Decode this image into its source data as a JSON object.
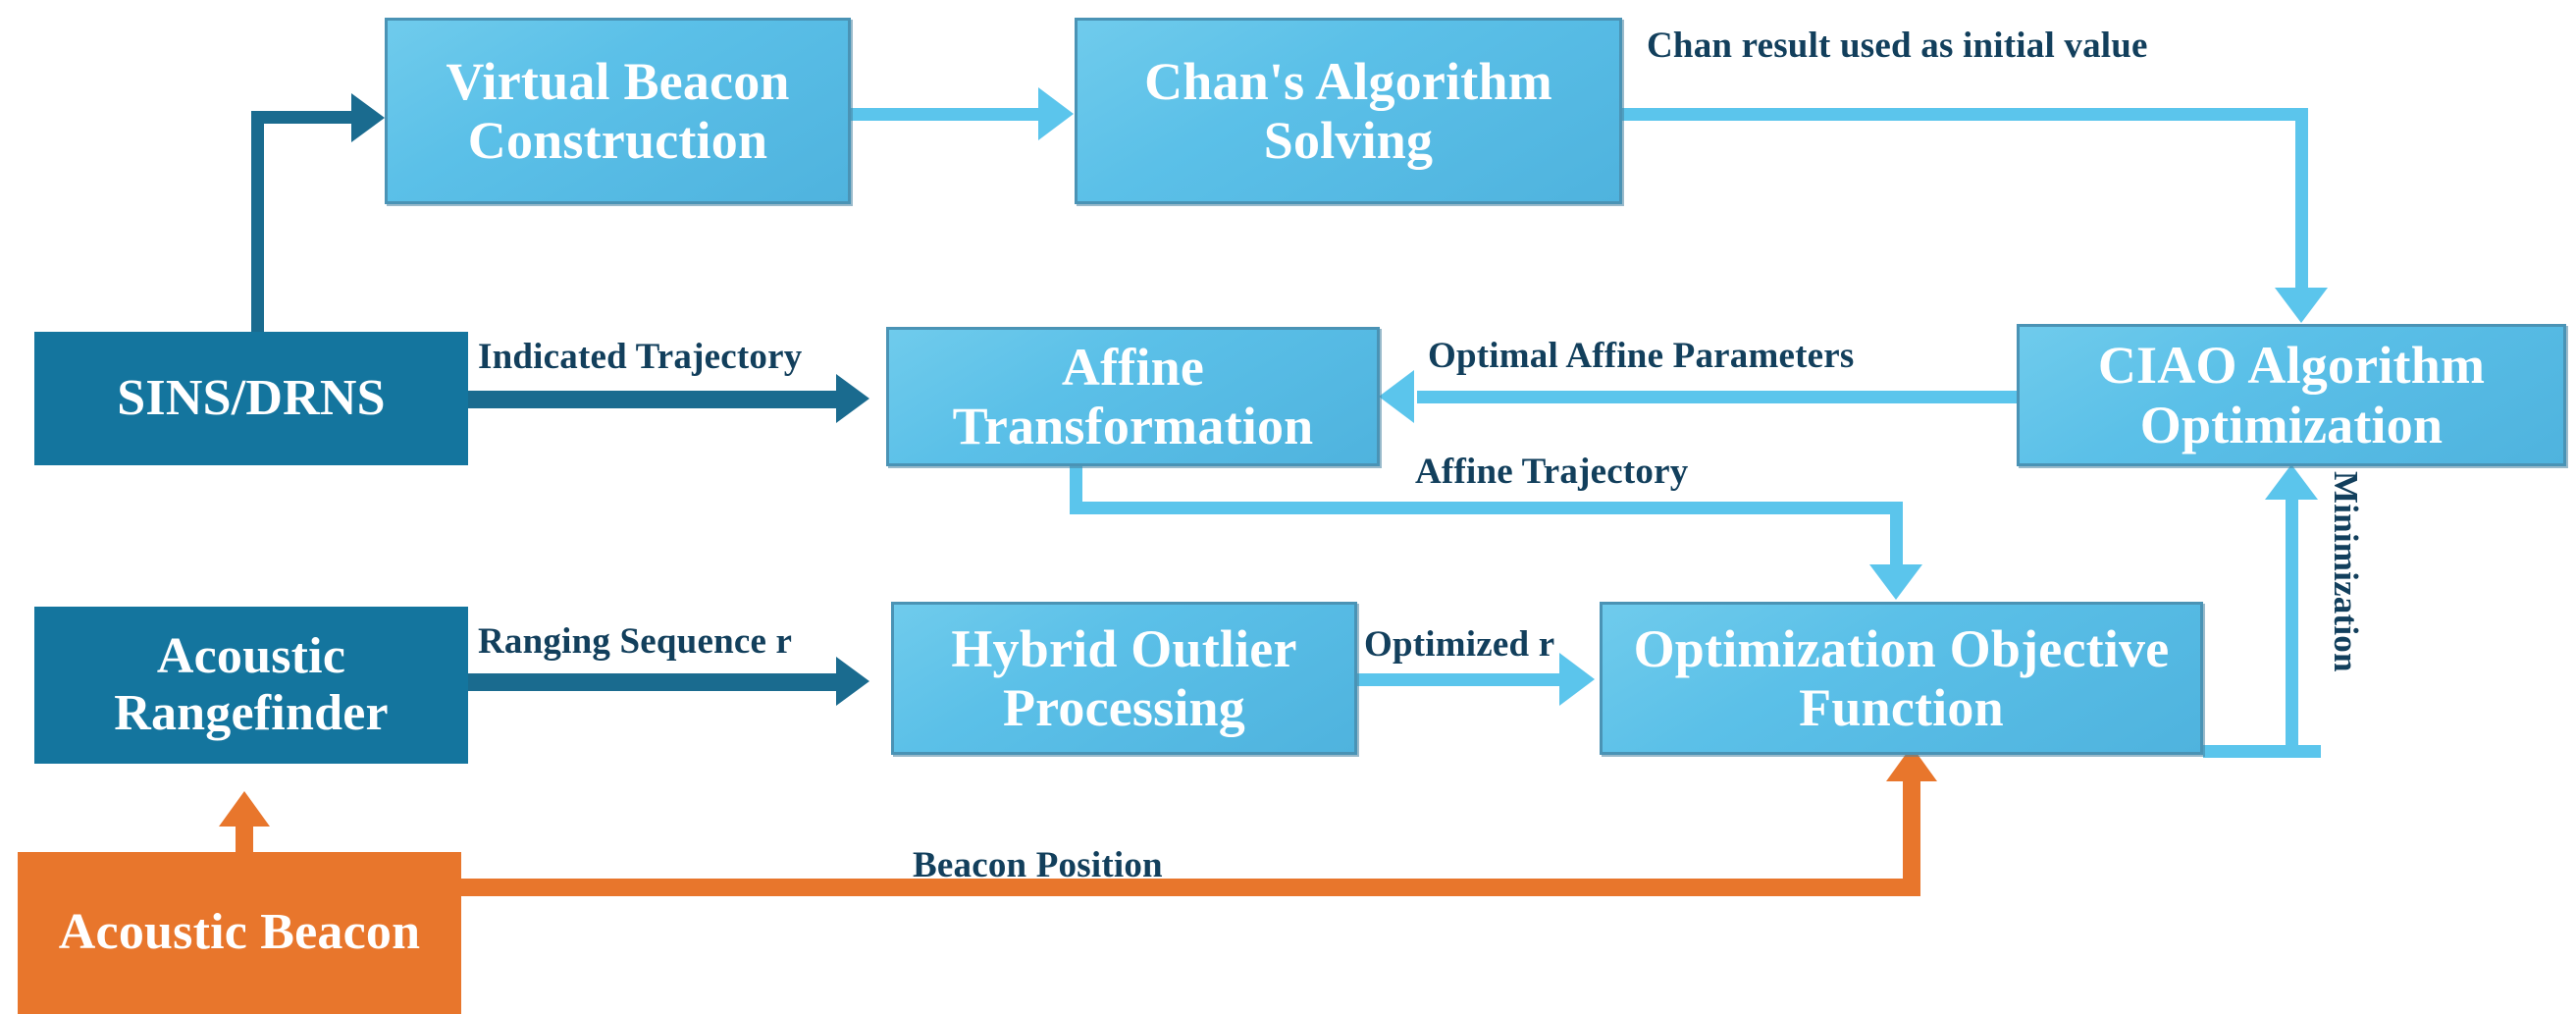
{
  "diagram": {
    "title": "CIAO-based acoustic positioning algorithm flow",
    "colors": {
      "dark_blue": "#14759E",
      "light_blue": "#5BC0E8",
      "orange": "#E8762C",
      "label_text": "#123F5C",
      "box_text": "#FFFFFF",
      "box_border": "#4A93B5"
    },
    "nodes": [
      {
        "id": "virtual_beacon",
        "label": "Virtual Beacon Construction",
        "style": "light"
      },
      {
        "id": "chan_algorithm",
        "label": "Chan's Algorithm Solving",
        "style": "light"
      },
      {
        "id": "ciao_optimization",
        "label": "CIAO Algorithm Optimization",
        "style": "light"
      },
      {
        "id": "sins_drns",
        "label": "SINS/DRNS",
        "style": "dark"
      },
      {
        "id": "affine_transform",
        "label": "Affine Transformation",
        "style": "light"
      },
      {
        "id": "acoustic_rangefinder",
        "label": "Acoustic Rangefinder",
        "style": "dark"
      },
      {
        "id": "hybrid_outlier",
        "label": "Hybrid Outlier Processing",
        "style": "light"
      },
      {
        "id": "objective_function",
        "label": "Optimization Objective Function",
        "style": "light"
      },
      {
        "id": "acoustic_beacon",
        "label": "Acoustic Beacon",
        "style": "orange"
      }
    ],
    "edges": [
      {
        "id": "e_sins_to_vb",
        "from": "sins_drns",
        "to": "virtual_beacon",
        "label": "",
        "color": "dark_blue"
      },
      {
        "id": "e_vb_to_chan",
        "from": "virtual_beacon",
        "to": "chan_algorithm",
        "label": "",
        "color": "light_blue"
      },
      {
        "id": "e_chan_to_ciao",
        "from": "chan_algorithm",
        "to": "ciao_optimization",
        "label": "Chan result used as initial value",
        "color": "light_blue"
      },
      {
        "id": "e_sins_to_aff",
        "from": "sins_drns",
        "to": "affine_transform",
        "label": "Indicated Trajectory",
        "color": "dark_blue"
      },
      {
        "id": "e_ciao_to_aff",
        "from": "ciao_optimization",
        "to": "affine_transform",
        "label": "Optimal Affine Parameters",
        "color": "light_blue"
      },
      {
        "id": "e_aff_to_obj",
        "from": "affine_transform",
        "to": "objective_function",
        "label": "Affine Trajectory",
        "color": "light_blue"
      },
      {
        "id": "e_rf_to_hop",
        "from": "acoustic_rangefinder",
        "to": "hybrid_outlier",
        "label": "Ranging Sequence r",
        "color": "dark_blue"
      },
      {
        "id": "e_hop_to_obj",
        "from": "hybrid_outlier",
        "to": "objective_function",
        "label": "Optimized r",
        "color": "light_blue"
      },
      {
        "id": "e_obj_to_ciao",
        "from": "objective_function",
        "to": "ciao_optimization",
        "label": "Minimization",
        "color": "light_blue"
      },
      {
        "id": "e_beacon_to_rf",
        "from": "acoustic_beacon",
        "to": "acoustic_rangefinder",
        "label": "",
        "color": "orange"
      },
      {
        "id": "e_beacon_to_obj",
        "from": "acoustic_beacon",
        "to": "objective_function",
        "label": "Beacon Position",
        "color": "orange"
      }
    ],
    "labels": {
      "chan_initial": "Chan result used as initial value",
      "indicated_trajectory": "Indicated Trajectory",
      "optimal_affine": "Optimal Affine Parameters",
      "affine_trajectory": "Affine Trajectory",
      "ranging_sequence": "Ranging Sequence r",
      "optimized_r": "Optimized r",
      "minimization": "Minimization",
      "beacon_position": "Beacon Position"
    }
  }
}
